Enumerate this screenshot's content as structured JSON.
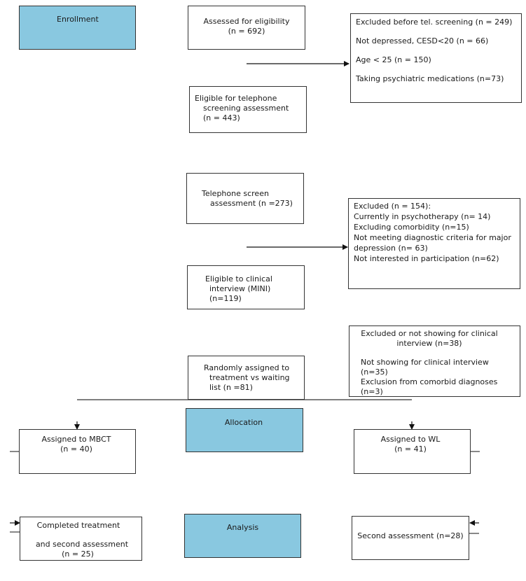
{
  "phases": {
    "enrollment": "Enrollment",
    "allocation": "Allocation",
    "analysis": "Analysis"
  },
  "assessed": {
    "line1": "Assessed for eligibility",
    "line2": "(n = 692)"
  },
  "excluded_before": {
    "line1": "Excluded before tel. screening (n = 249)",
    "line2": "Not depressed, CESD<20  (n = 66)",
    "line3": "Age < 25 (n = 150)",
    "line4": "Taking psychiatric medications (n=73)"
  },
  "eligible_phone": {
    "line1": "Eligible for telephone",
    "line2": "screening  assessment",
    "line3": "(n = 443)"
  },
  "phone_screen": {
    "line1": "Telephone screen",
    "line2": "assessment (n =273)"
  },
  "excluded_154": {
    "line1": "Excluded (n = 154):",
    "line2": "Currently in psychotherapy  (n= 14)",
    "line3": "Excluding comorbidity (n=15)",
    "line4": "Not meeting diagnostic criteria for major",
    "line5": "depression (n= 63)",
    "line6": "Not interested in participation (n=62)"
  },
  "eligible_clinical": {
    "line1": "Eligible to clinical",
    "line2": "interview (MINI)",
    "line3": "(n=119)"
  },
  "excluded_clinical": {
    "line1": "Excluded or not showing for clinical",
    "line2": "interview (n=38)",
    "line3": "Not showing for clinical interview",
    "line4": "(n=35)",
    "line5": "Exclusion from comorbid diagnoses",
    "line6": "(n=3)"
  },
  "randomized": {
    "line1": "Randomly assigned to",
    "line2": "treatment vs waiting",
    "line3": "list (n =81)"
  },
  "mbct": {
    "line1": "Assigned to MBCT",
    "line2": "(n = 40)"
  },
  "wl": {
    "line1": "Assigned to WL",
    "line2": "(n = 41)"
  },
  "completed": {
    "line1": "Completed treatment",
    "line2": "and second assessment",
    "line3": "(n = 25)"
  },
  "second": {
    "line1": "Second assessment (n=28)"
  },
  "colors": {
    "phase_fill": "#89c8e0",
    "stroke": "#333333"
  }
}
